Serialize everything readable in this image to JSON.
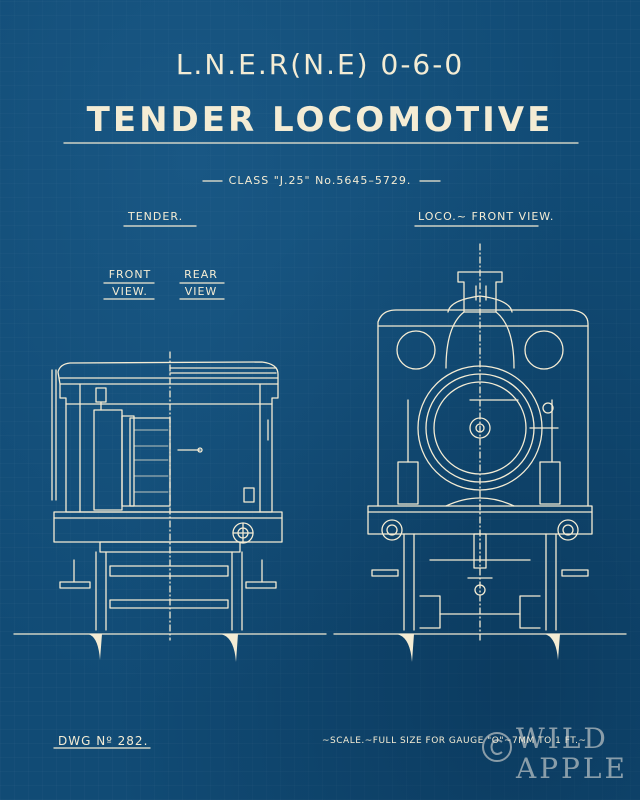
{
  "header": {
    "heading": "L.N.E.R(N.E) 0-6-0",
    "title": "TENDER LOCOMOTIVE",
    "class_line": "CLASS \"J.25\" No.5645–5729."
  },
  "labels": {
    "tender": "TENDER.",
    "loco": "LOCO.~ FRONT VIEW.",
    "front_view_1": "FRONT",
    "front_view_2": "VIEW.",
    "rear_view_1": "REAR",
    "rear_view_2": "VIEW"
  },
  "footer": {
    "drawing_number": "DWG Nº 282.",
    "scale": "~SCALE.~FULL SIZE FOR GAUGE \"O\"~7MM TO 1 FT.~"
  },
  "watermark": {
    "line1": "WILD",
    "line2": "APPLE"
  },
  "colors": {
    "paper": "#114b75",
    "ink": "#f4ecd4"
  }
}
